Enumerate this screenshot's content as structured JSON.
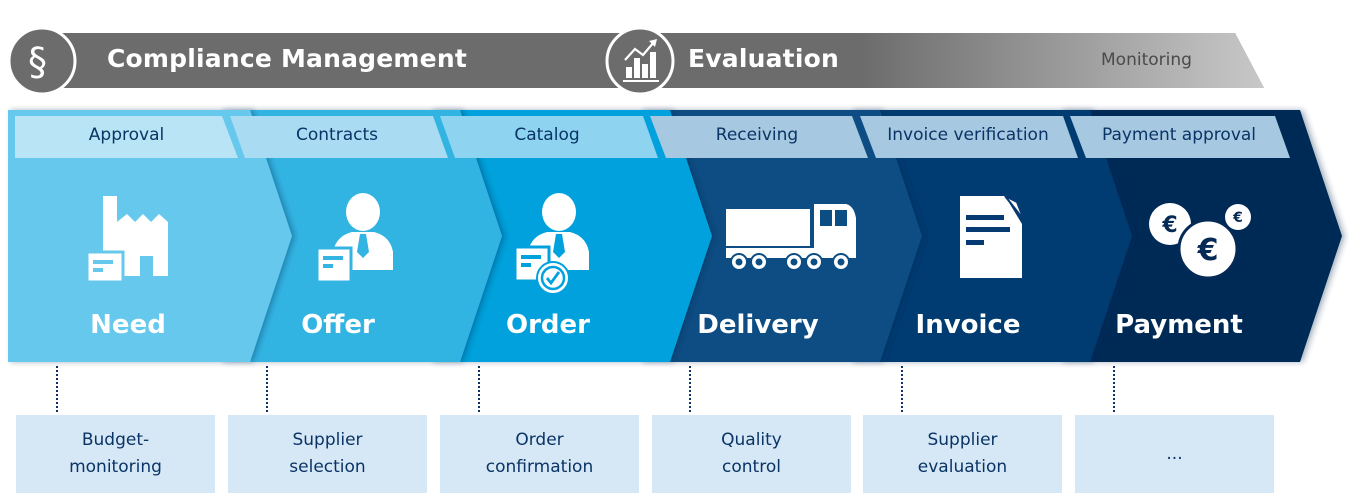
{
  "header": {
    "compliance": {
      "icon": "section-sign-icon",
      "glyph": "§",
      "label": "Compliance Management"
    },
    "evaluation": {
      "icon": "chart-growth-icon",
      "label": "Evaluation"
    },
    "monitoring": {
      "label": "Monitoring"
    }
  },
  "colors": {
    "header_bar": "#6c6c6c",
    "step_need": "#65c8ec",
    "step_offer": "#33b4e2",
    "step_order": "#00a1dc",
    "step_delivery": "#0c4d83",
    "step_invoice": "#063a72",
    "step_payment": "#052a56",
    "tab_light": "#b8e4f5",
    "tab_mid": "#a9dcf2",
    "tab_catalog": "#8ed3f0",
    "tab_dark": "#a6c8e0",
    "sub_box": "#d6e8f5",
    "text_dark": "#0a3466"
  },
  "steps": [
    {
      "tab": "Approval",
      "label": "Need",
      "icon": "factory-icon",
      "sub": [
        "Budget-",
        "monitoring"
      ]
    },
    {
      "tab": "Contracts",
      "label": "Offer",
      "icon": "person-document-icon",
      "sub": [
        "Supplier",
        "selection"
      ]
    },
    {
      "tab": "Catalog",
      "label": "Order",
      "icon": "person-document-check-icon",
      "sub": [
        "Order",
        "confirmation"
      ]
    },
    {
      "tab": "Receiving",
      "label": "Delivery",
      "icon": "truck-icon",
      "sub": [
        "Quality",
        "control"
      ]
    },
    {
      "tab": "Invoice verification",
      "label": "Invoice",
      "icon": "invoice-document-icon",
      "sub": [
        "Supplier",
        "evaluation"
      ]
    },
    {
      "tab": "Payment approval",
      "label": "Payment",
      "icon": "euro-coins-icon",
      "sub": [
        "..."
      ]
    }
  ]
}
